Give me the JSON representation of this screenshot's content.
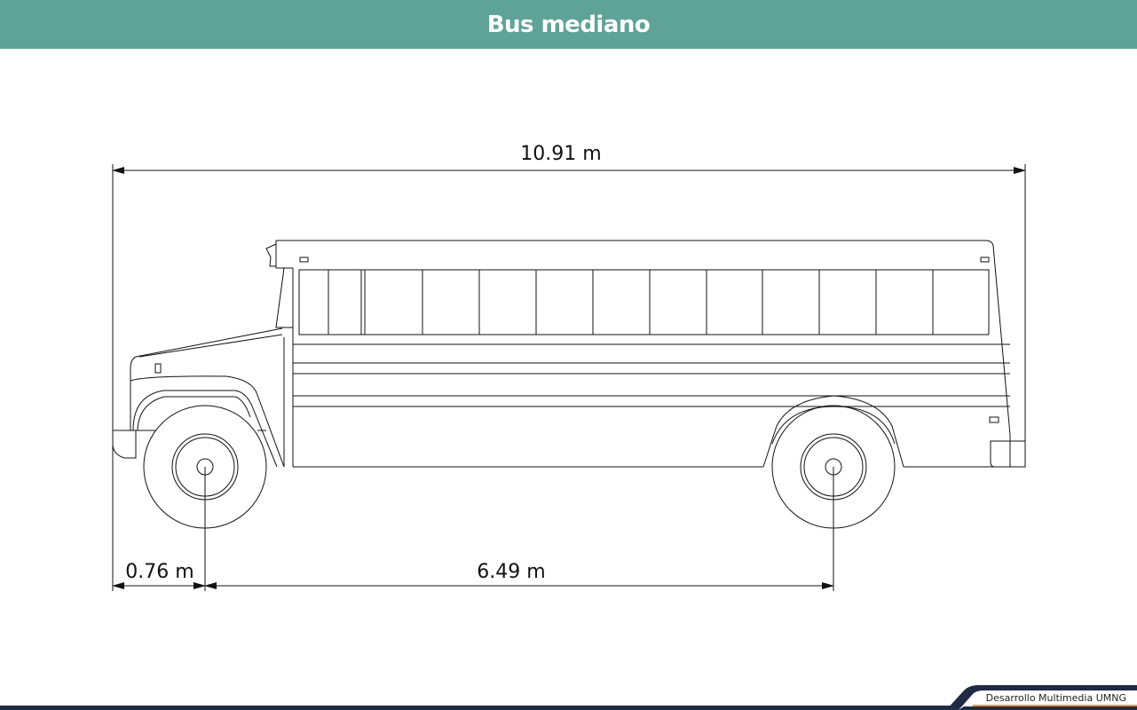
{
  "header": {
    "title": "Bus mediano"
  },
  "dimensions": {
    "total_length": "10.91 m",
    "front_overhang": "0.76 m",
    "wheelbase": "6.49 m"
  },
  "footer": {
    "credit": "Desarrollo Multimedia UMNG"
  },
  "colors": {
    "header": "#5fa398",
    "footer": "#1f2a44",
    "accent": "#e8a020"
  }
}
